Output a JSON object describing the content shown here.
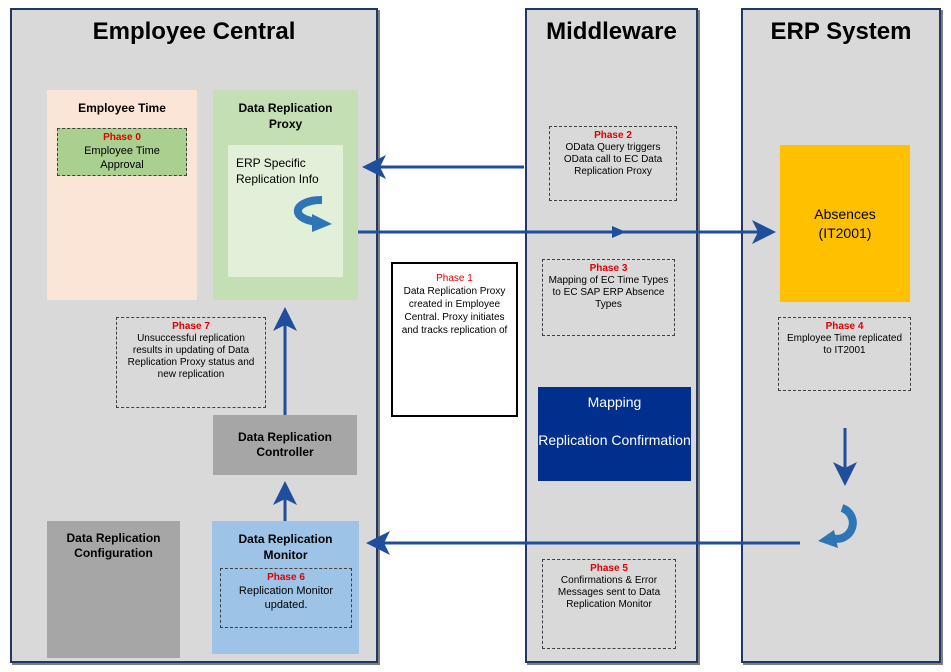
{
  "panels": {
    "employee_central": "Employee Central",
    "middleware": "Middleware",
    "erp_system": "ERP System"
  },
  "employee_time": {
    "title": "Employee Time",
    "phase": "Phase 0",
    "text": "Employee Time Approval"
  },
  "data_replication_proxy": {
    "title": "Data Replication Proxy",
    "inner": "ERP Specific Replication Info"
  },
  "phase7": {
    "phase": "Phase 7",
    "text": "Unsuccessful replication results in updating of Data Replication Proxy status and new replication"
  },
  "data_replication_controller": {
    "title": "Data Replication Controller"
  },
  "data_replication_configuration": {
    "title": "Data Replication Configuration"
  },
  "data_replication_monitor": {
    "title": "Data Replication Monitor",
    "phase": "Phase 6",
    "text": "Replication Monitor updated."
  },
  "phase1": {
    "phase": "Phase 1",
    "text": "Data Replication Proxy created in Employee Central. Proxy initiates and tracks replication of"
  },
  "phase2": {
    "phase": "Phase 2",
    "text": "OData Query triggers OData call to EC Data Replication Proxy"
  },
  "phase3": {
    "phase": "Phase 3",
    "text": "Mapping of EC Time Types to EC SAP ERP Absence Types"
  },
  "mapping_box": {
    "line1": "Mapping",
    "line2": "Replication Confirmation"
  },
  "phase5": {
    "phase": "Phase 5",
    "text": "Confirmations & Error Messages sent to Data Replication Monitor"
  },
  "absences": {
    "title": "Absences (IT2001)"
  },
  "phase4": {
    "phase": "Phase 4",
    "text": "Employee Time replicated to IT2001"
  },
  "colors": {
    "panel_bg": "#d9d9d9",
    "panel_border": "#1f3864",
    "arrow": "#1f4e9c",
    "employee_time_bg": "#fbe5d6",
    "proxy_bg": "#c5dfb4",
    "proxy_inner_bg": "#e2efd9",
    "phase0_bg": "#a9d08e",
    "controller_bg": "#a6a6a6",
    "configuration_bg": "#a6a6a6",
    "monitor_bg": "#9dc3e6",
    "mapping_bg": "#002f8e",
    "absences_bg": "#ffc000",
    "phase_red": "#e00000"
  }
}
